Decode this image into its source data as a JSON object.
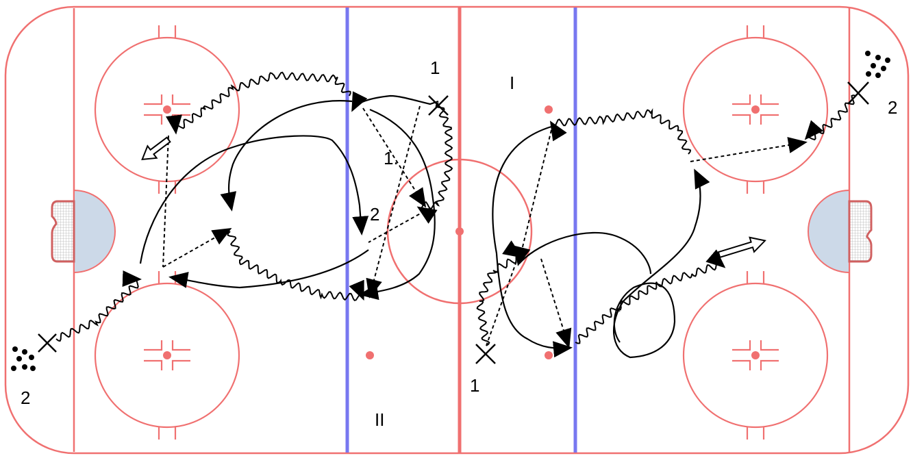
{
  "colors": {
    "boards": "#f07070",
    "red_line": "#f07070",
    "blue_line": "#7878f0",
    "crease": "#ccd9e8",
    "ink": "#000000"
  },
  "labels": {
    "zone_one": "I",
    "zone_two": "II",
    "player_top_center": "1",
    "player_bottom_center": "1",
    "player_left": "2",
    "player_right": "2",
    "pass_one": "1.",
    "pass_two": "2"
  },
  "icons": {
    "player": "x-player-icon",
    "pucks": "puck-pile-icon",
    "shot": "hollow-arrow-icon",
    "net": "goal-net-icon",
    "faceoff": "faceoff-circle-icon"
  }
}
